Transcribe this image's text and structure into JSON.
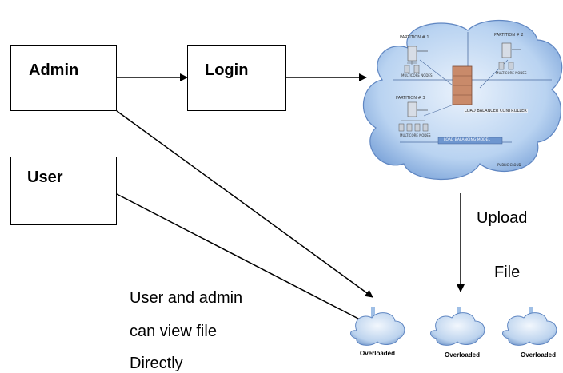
{
  "nodes": {
    "admin": "Admin",
    "login": "Login",
    "user": "User"
  },
  "labels": {
    "upload": "Upload",
    "file": "File",
    "note_line1": "User and admin",
    "note_line2": "can view file",
    "note_line3": "Directly"
  },
  "cloud_diagram": {
    "partition_1": "PARTITION # 1",
    "partition_2": "PARTITION # 2",
    "partition_3": "PARTITION # 3",
    "controller": "LOAD BALANCER CONTROLLER",
    "model": "LOAD BALANCING MODEL",
    "nodes_label": "MULTICORE NODES",
    "public_cloud": "PUBLIC CLOUD"
  },
  "small_clouds": [
    "Overloaded",
    "Overloaded",
    "Overloaded"
  ],
  "colors": {
    "cloud_fill": "#a9c9ee",
    "cloud_dark": "#6e96cf",
    "controller": "#c98a6a",
    "arrow": "#000000"
  }
}
